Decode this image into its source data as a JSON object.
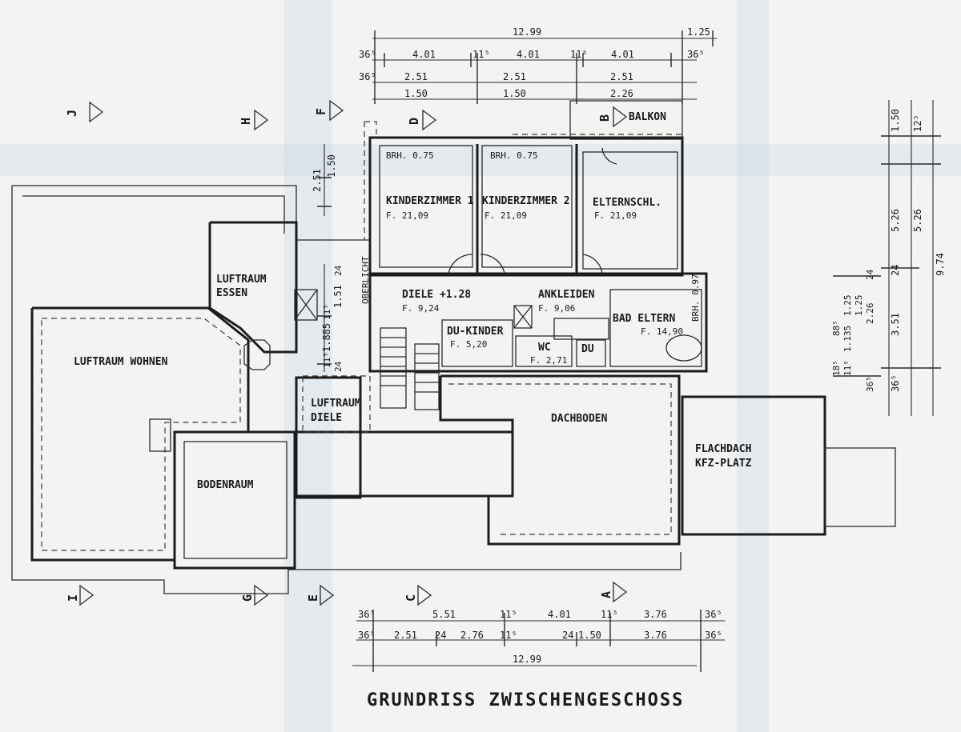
{
  "title": "GRUNDRISS ZWISCHENGESCHOSS",
  "rooms": {
    "kinderzimmer1": {
      "name": "KINDERZIMMER 1",
      "area": "F. 21,09"
    },
    "kinderzimmer2": {
      "name": "KINDERZIMMER 2",
      "area": "F. 21,09"
    },
    "elternschl": {
      "name": "ELTERNSCHL.",
      "area": "F. 21,09"
    },
    "diele": {
      "name": "DIELE +1.28",
      "area": "F. 9,24"
    },
    "ankleiden": {
      "name": "ANKLEIDEN",
      "area": "F. 9,06"
    },
    "bad_eltern": {
      "name": "BAD ELTERN",
      "area": "F. 14,90"
    },
    "du_kinder": {
      "name": "DU-KINDER",
      "area": "F. 5,20"
    },
    "wc": {
      "name": "WC",
      "area": "F. 2,71"
    },
    "du": {
      "name": "DU"
    },
    "balkon": {
      "name": "BALKON"
    },
    "luftraum_essen": {
      "line1": "LUFTRAUM",
      "line2": "ESSEN"
    },
    "luftraum_wohnen": {
      "name": "LUFTRAUM WOHNEN"
    },
    "luftraum_diele": {
      "line1": "LUFTRAUM",
      "line2": "DIELE"
    },
    "bodenraum": {
      "name": "BODENRAUM"
    },
    "dachboden": {
      "name": "DACHBODEN"
    },
    "flachdach": {
      "line1": "FLACHDACH",
      "line2": "KFZ-PLATZ"
    }
  },
  "notes": {
    "brh1": "BRH. 0.75",
    "brh2": "BRH. 0.75",
    "brh3": "BRH. 0.97",
    "oberlicht": "OBERLICHT"
  },
  "section_markers": [
    "J",
    "H",
    "F",
    "D",
    "B",
    "I",
    "G",
    "E",
    "C",
    "A"
  ],
  "dimensions": {
    "top_total": "12.99",
    "top_right": "1.25",
    "top_row1": [
      "36⁵",
      "4.01",
      "11⁵",
      "4.01",
      "11⁵",
      "4.01",
      "36⁵"
    ],
    "top_row2": [
      "36⁵",
      "2.51",
      "2.51",
      "2.51"
    ],
    "top_row3": [
      "1.50",
      "1.50",
      "2.26"
    ],
    "bottom_row1": [
      "36⁵",
      "5.51",
      "11⁵",
      "4.01",
      "11⁵",
      "3.76",
      "36⁵"
    ],
    "bottom_row2": [
      "36⁵",
      "2.51",
      "24",
      "2.76",
      "11⁵",
      "24",
      "1.50",
      "3.76",
      "36⁵"
    ],
    "bottom_total": "12.99",
    "right_outer": [
      "1.50",
      "5.26",
      "24",
      "3.51",
      "36⁵"
    ],
    "right_mid": [
      "12⁵",
      "5.26",
      "9.74"
    ],
    "right_small": [
      "36⁵",
      "24",
      "2.26",
      "11⁵",
      "1.135",
      "1.25",
      "1.25",
      "18⁵",
      "88⁵"
    ],
    "left_small": [
      "2.51",
      "1.50",
      "24",
      "1.51",
      "11⁵",
      "1.885",
      "11⁵",
      "24"
    ]
  }
}
